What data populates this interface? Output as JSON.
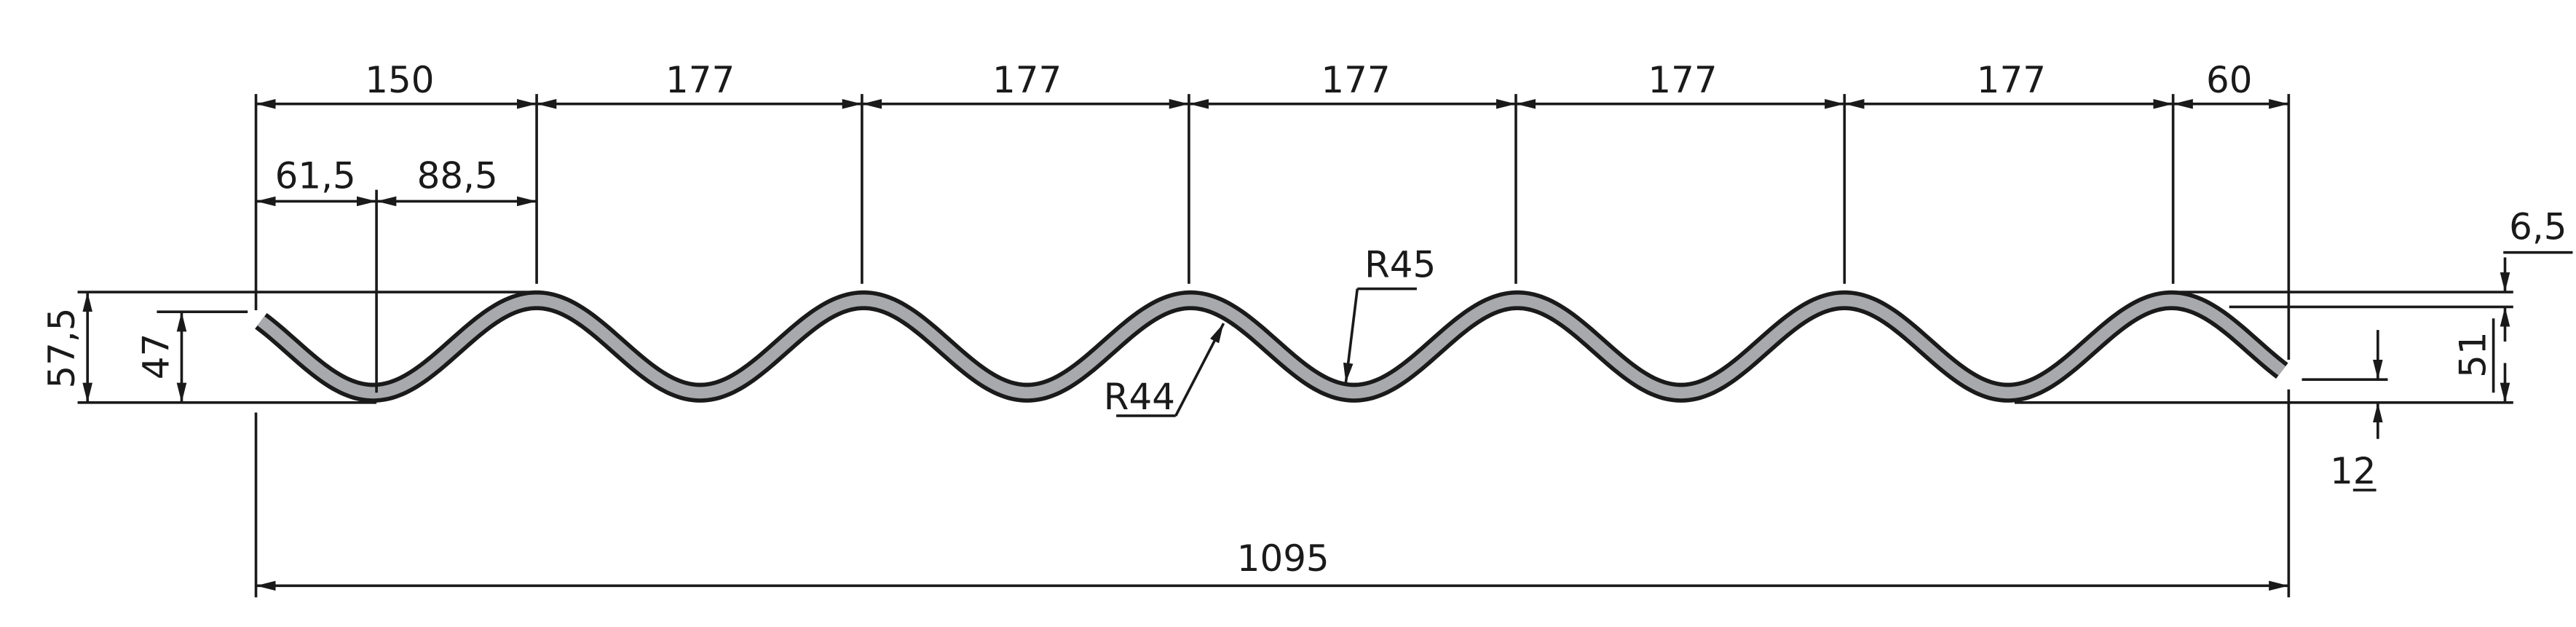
{
  "drawing": {
    "title": "Corrugated sheet profile cross-section",
    "colors": {
      "line": "#1a1a1a",
      "profile_fill": "#a7a9ac"
    },
    "top_dimensions": [
      "150",
      "177",
      "177",
      "177",
      "177",
      "177",
      "60"
    ],
    "sub_dimensions": [
      "61,5",
      "88,5"
    ],
    "overall_width": "1095",
    "total_height": "57,5",
    "edge_height": "47",
    "right_height": "51",
    "thickness_offset": "6,5",
    "end_offset": "12",
    "radius_outer": "R45",
    "radius_inner": "R44"
  }
}
